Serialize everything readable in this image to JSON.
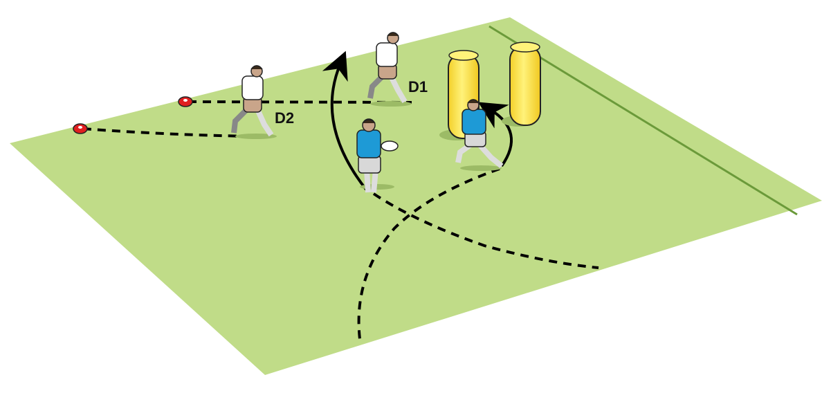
{
  "diagram": {
    "labels": {
      "d1": "D1",
      "d2": "D2"
    },
    "colors": {
      "pitch": "#c0dc88",
      "touchline": "#6b9a3a",
      "tackle_bag": "#fde84f",
      "attacker_shirt": "#1e9ad6",
      "defender_shirt": "#ffffff",
      "cone": "#e02020",
      "path": "#000000"
    },
    "elements": {
      "defenders": [
        "D1",
        "D2"
      ],
      "attackers": 2,
      "tackle_bags": 2,
      "cones": 2
    }
  }
}
